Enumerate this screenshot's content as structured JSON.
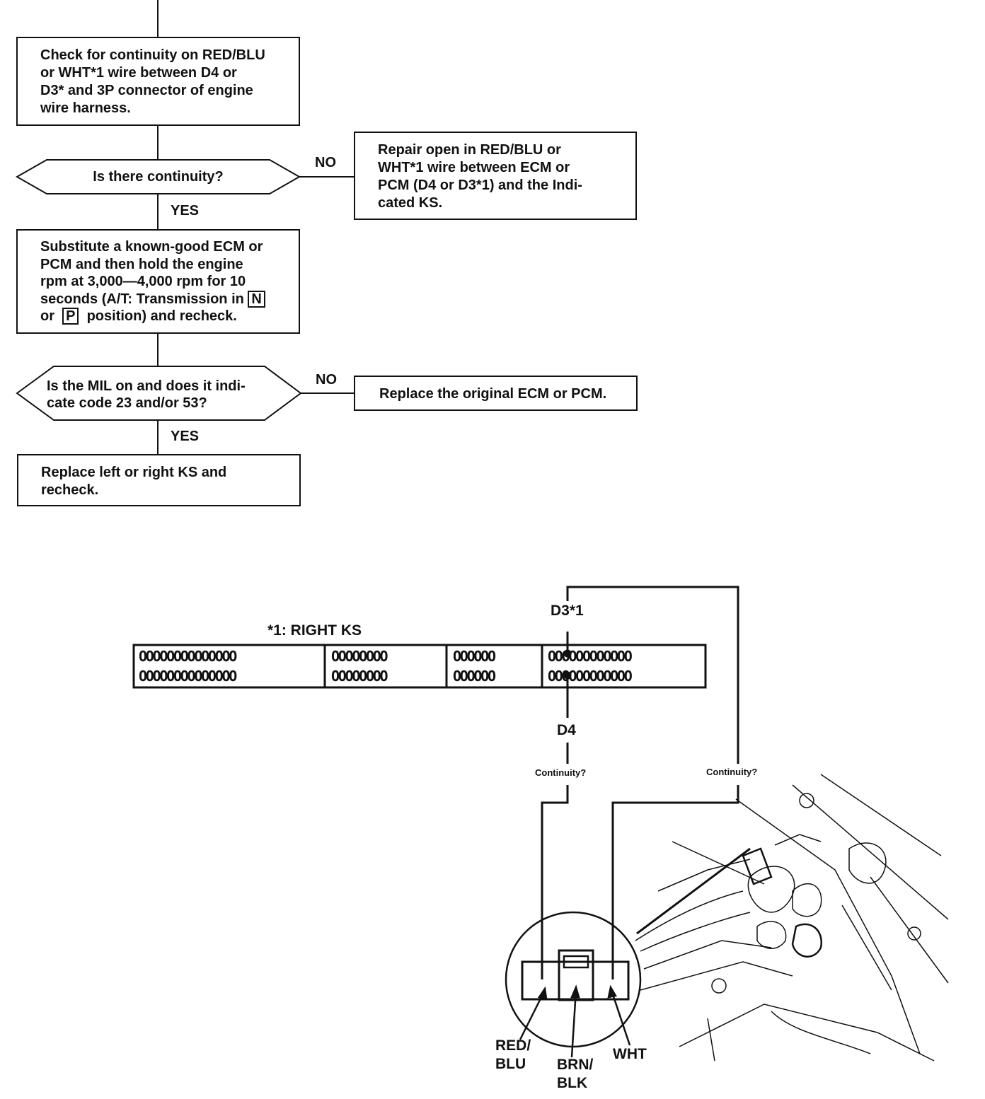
{
  "flowchart": {
    "step1": [
      "Check for continuity on RED/BLU",
      "or WHT*1 wire between D4 or",
      "D3* and 3P connector of engine",
      "wire harness."
    ],
    "decision1": "Is there continuity?",
    "no_label_1": "NO",
    "repair1": [
      "Repair open in RED/BLU or",
      "WHT*1 wire between ECM or",
      "PCM (D4 or D3*1) and the Indi-",
      "cated KS."
    ],
    "yes_label_1": "YES",
    "step2": {
      "line1": "Substitute a known-good ECM or",
      "line2": "PCM and then hold the engine",
      "line3": "rpm at 3,000—4,000 rpm for 10",
      "line4_text": "seconds (A/T: Transmission in",
      "key_n": "N",
      "line5_pre": "or",
      "key_p": "P",
      "line5_post": "position) and recheck."
    },
    "decision2": [
      "Is the MIL on and does it indi-",
      "cate code 23 and/or 53?"
    ],
    "no_label_2": "NO",
    "repair2": "Replace the original ECM or PCM.",
    "yes_label_2": "YES",
    "step3": [
      "Replace left or right KS and",
      "recheck."
    ]
  },
  "diagram": {
    "footnote": "*1: RIGHT KS",
    "d3_label": "D3*1",
    "d4_label": "D4",
    "continuity_left": "Continuity?",
    "continuity_right": "Continuity?",
    "wire_red_blu": [
      "RED/",
      "BLU"
    ],
    "wire_brn_blk": [
      "BRN/",
      "BLK"
    ],
    "wire_wht": "WHT",
    "connector_row_1": [
      "OOOOOOOOOOOOOO",
      "OOOOOOOO",
      "OOOOOO",
      "OOOOOOOOOOOO"
    ],
    "connector_row_2": [
      "OOOOOOOOOOOOOO",
      "OOOOOOOO",
      "OOOOOO",
      "OOOOOOOOOOOO"
    ]
  }
}
